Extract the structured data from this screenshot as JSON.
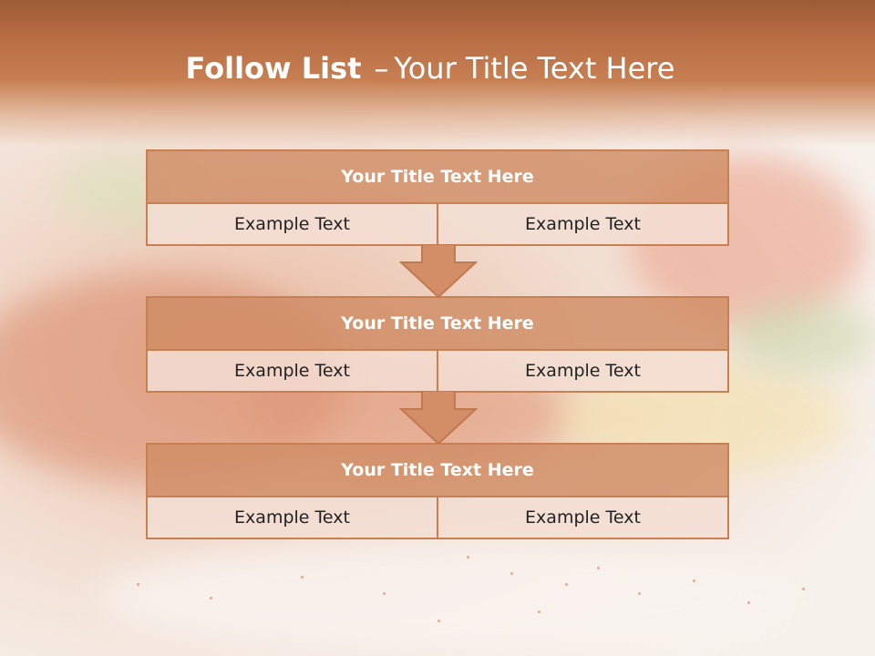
{
  "slide": {
    "title_bold": "Follow List",
    "title_separator": "–",
    "title_rest": "Your Title Text Here"
  },
  "steps": [
    {
      "heading": "Your Title Text Here",
      "left": "Example Text",
      "right": "Example Text"
    },
    {
      "heading": "Your Title Text Here",
      "left": "Example Text",
      "right": "Example Text"
    },
    {
      "heading": "Your Title Text Here",
      "left": "Example Text",
      "right": "Example Text"
    }
  ],
  "colors": {
    "header_band": "#b86c43",
    "box_header_fill": "#d08c64",
    "box_border": "#c87f52",
    "cell_fill": "#f3ded4",
    "arrow_fill": "#d38d67"
  }
}
